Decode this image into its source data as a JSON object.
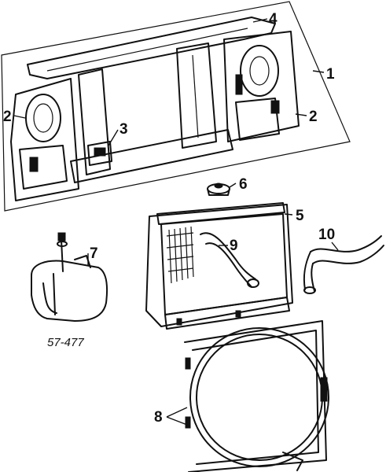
{
  "diagram_code": "57-477",
  "callouts": [
    {
      "id": "1",
      "part": "radiator support panel"
    },
    {
      "id": "2",
      "part": "side support bracket"
    },
    {
      "id": "3",
      "part": "center mount"
    },
    {
      "id": "4",
      "part": "upper tie bar"
    },
    {
      "id": "5",
      "part": "radiator"
    },
    {
      "id": "6",
      "part": "radiator cap"
    },
    {
      "id": "7",
      "part": "coolant reservoir"
    },
    {
      "id": "8",
      "part": "fan shroud"
    },
    {
      "id": "9",
      "part": "upper hose"
    },
    {
      "id": "10",
      "part": "lower hose"
    }
  ]
}
